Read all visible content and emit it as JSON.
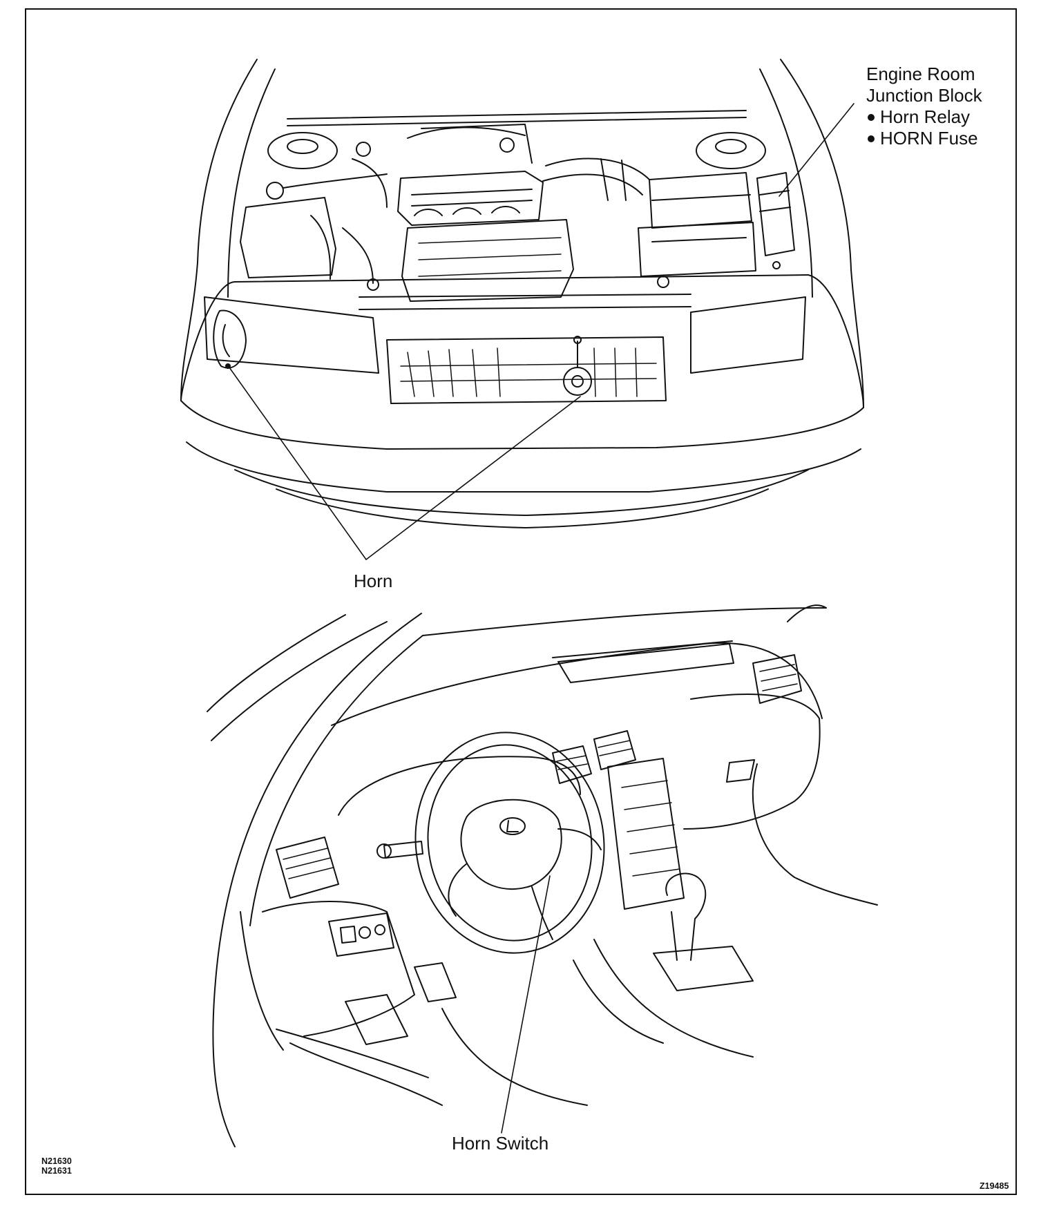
{
  "callouts": {
    "junction_block": {
      "title_line1": "Engine Room",
      "title_line2": "Junction Block",
      "items": [
        "Horn Relay",
        "HORN Fuse"
      ]
    },
    "horn": "Horn",
    "horn_switch": "Horn Switch"
  },
  "figure_codes": {
    "left": [
      "N21630",
      "N21631"
    ],
    "right": "Z19485"
  },
  "icons": [
    "lexus-emblem-icon"
  ]
}
